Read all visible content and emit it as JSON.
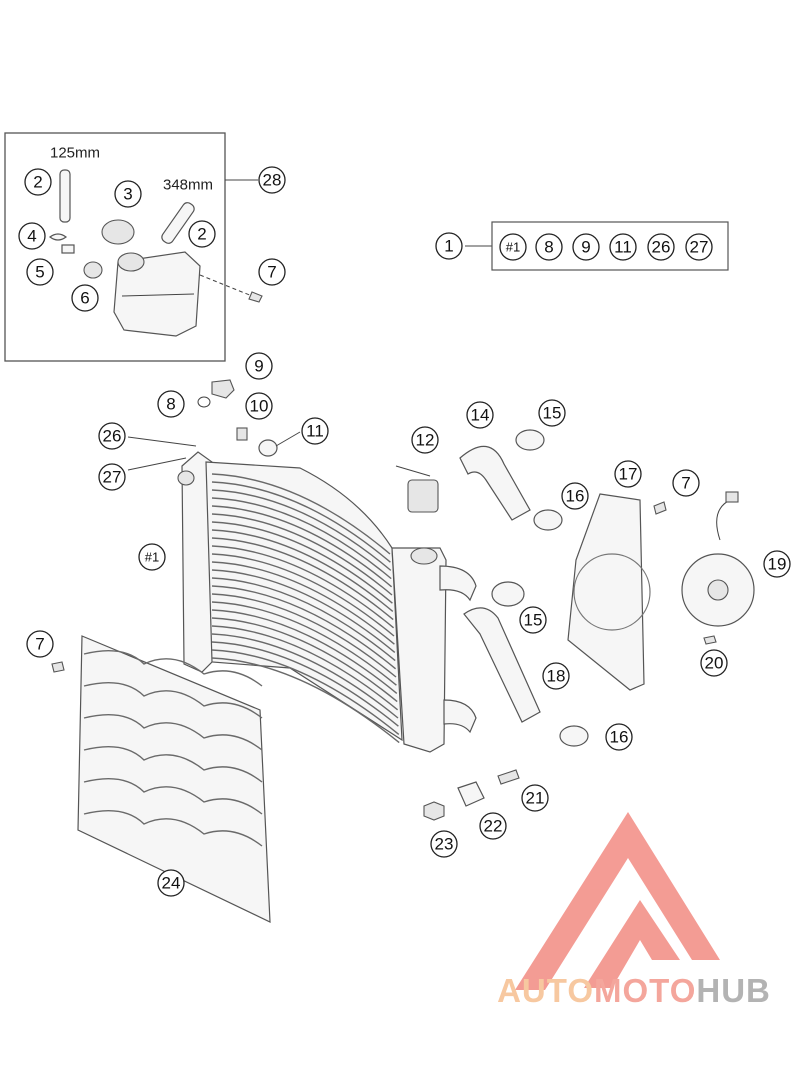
{
  "labels": {
    "l1": "1",
    "l2a": "2",
    "l2b": "2",
    "l3": "3",
    "l4": "4",
    "l5": "5",
    "l6": "6",
    "l7a": "7",
    "l7b": "7",
    "l7c": "7",
    "l8": "8",
    "l9": "9",
    "l10": "10",
    "l11": "11",
    "l12": "12",
    "l14": "14",
    "l15a": "15",
    "l15b": "15",
    "l16a": "16",
    "l16b": "16",
    "l17": "17",
    "l18": "18",
    "l19": "19",
    "l20": "20",
    "l21": "21",
    "l22": "22",
    "l23": "23",
    "l24": "24",
    "l26": "26",
    "l27": "27",
    "l28": "28",
    "h1": "#1"
  },
  "kit": {
    "items": [
      "#1",
      "8",
      "9",
      "11",
      "26",
      "27"
    ]
  },
  "dimensions": {
    "hose_short": "125mm",
    "hose_long": "348mm"
  },
  "watermark": {
    "part1": "AUTO",
    "part2": "MOTO",
    "part3": "HUB",
    "color_auto": "#f7c8a0",
    "color_moto": "#f4a69c",
    "color_hub": "#b3b3b3"
  }
}
